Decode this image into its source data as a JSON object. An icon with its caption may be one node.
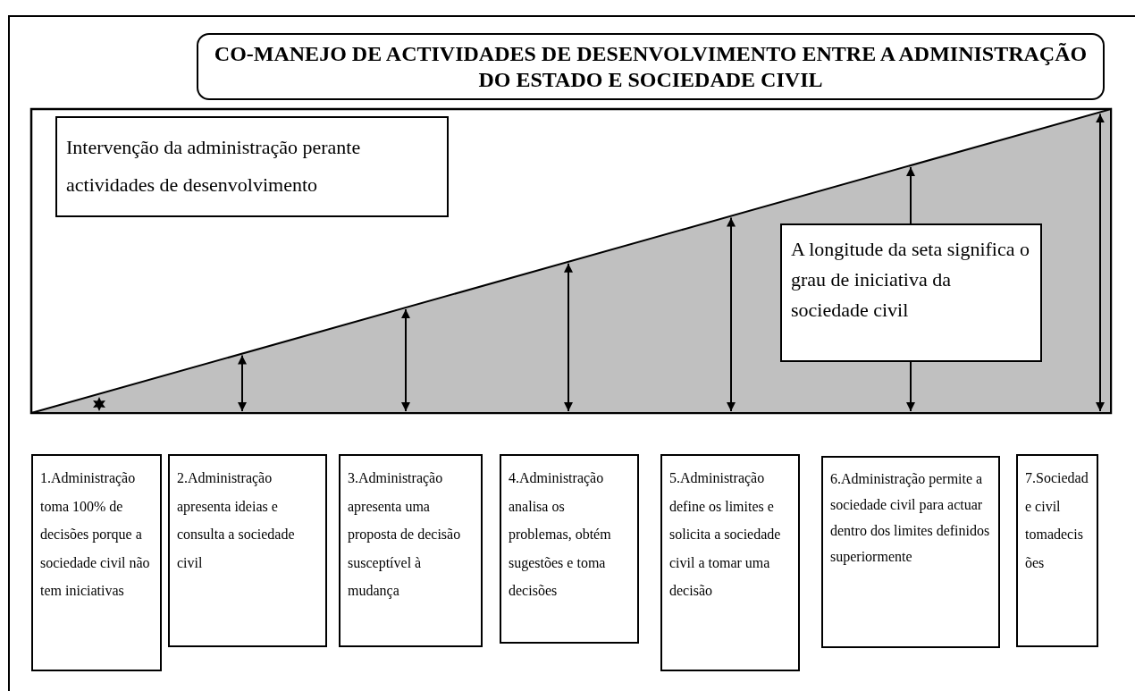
{
  "diagram": {
    "title": "CO-MANEJO DE ACTIVIDADES DE DESENVOLVIMENTO ENTRE A ADMINISTRAÇÃO DO ESTADO E SOCIEDADE CIVIL",
    "nodes": [
      {
        "text": [
          "Intervenção da administração perante actividades de desenvolvimento"
        ]
      },
      {
        "text": [
          "A longitude da seta significa o grau de iniciativa da sociedade civil"
        ]
      },
      {
        "text": [
          "1.Administração toma 100% de decisões porque a sociedade civil não tem iniciativas"
        ]
      },
      {
        "text": [
          "2.Administração apresenta ideias e consulta a sociedade civil"
        ]
      },
      {
        "text": [
          "3.Administração apresenta uma proposta de decisão susceptível à mudança"
        ]
      },
      {
        "text": [
          "4.Administração analisa os problemas, obtém sugestões e toma decisões"
        ]
      },
      {
        "text": [
          "5.Administração define os limites e solicita a sociedade civil a tomar uma decisão"
        ]
      },
      {
        "text": [
          "6.Administração permite a sociedade civil para actuar dentro dos limites definidos superiormente"
        ]
      },
      {
        "text": [
          "7.Sociedade civil tomadecisões"
        ]
      }
    ],
    "edges": []
  }
}
